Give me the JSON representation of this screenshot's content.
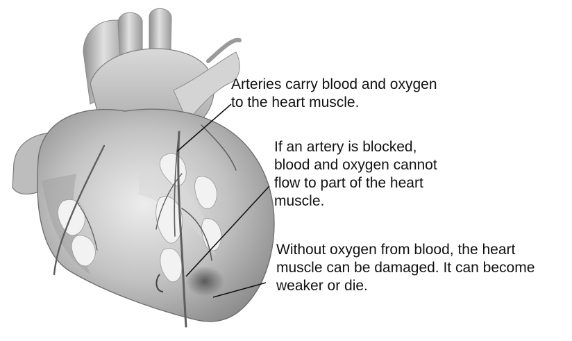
{
  "callouts": [
    {
      "lines": [
        "Arteries carry blood and oxygen",
        "to the heart muscle."
      ]
    },
    {
      "lines": [
        "If an artery is blocked,",
        "blood and oxygen cannot",
        "flow to part of the heart",
        "muscle."
      ]
    },
    {
      "lines": [
        "Without oxygen from blood, the heart",
        "muscle can be damaged. It can become",
        "weaker or die."
      ]
    }
  ],
  "colors": {
    "text": "#111111",
    "leader_line": "#111111",
    "heart_light": "#e6e6e6",
    "heart_mid": "#b9b9b9",
    "heart_dark": "#7d7d7d",
    "damaged_area": "#555555"
  },
  "illustration": "heart-anatomy-illustration"
}
